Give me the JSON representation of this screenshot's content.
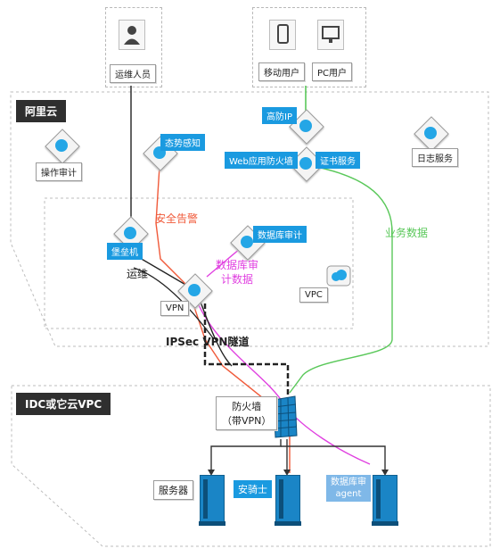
{
  "users": {
    "ops_person": "运维人员",
    "mobile_user": "移动用户",
    "pc_user": "PC用户"
  },
  "regions": {
    "aliyun": "阿里云",
    "idc": "IDC或它云VPC"
  },
  "services": {
    "anti_ddos": "高防IP",
    "situation": "态势感知",
    "op_audit": "操作审计",
    "waf": "Web应用防火墙",
    "cert": "证书服务",
    "log": "日志服务",
    "bastion": "堡垒机",
    "db_audit": "数据库审计",
    "vpc": "VPC",
    "vpn": "VPN"
  },
  "flows": {
    "security_alert": "安全告警",
    "business_data": "业务数据",
    "ops": "运维",
    "db_audit_data_1": "数据库审",
    "db_audit_data_2": "计数据",
    "ipsec": "IPSec VPN隧道"
  },
  "idc": {
    "firewall_1": "防火墙",
    "firewall_2": "（带VPN）",
    "server": "服务器",
    "aqishi": "安骑士",
    "db_agent_1": "数据库审",
    "db_agent_2": "agent"
  },
  "colors": {
    "accent_blue": "#1a9ae0",
    "alert_red": "#f05a3a",
    "business_green": "#5ac85a",
    "db_magenta": "#e040e0",
    "region_dark": "#2f2f2f"
  },
  "icons": [
    "person-icon",
    "mobile-icon",
    "monitor-icon",
    "node-icon",
    "firewall-icon",
    "server-icon",
    "cloud-icon"
  ]
}
